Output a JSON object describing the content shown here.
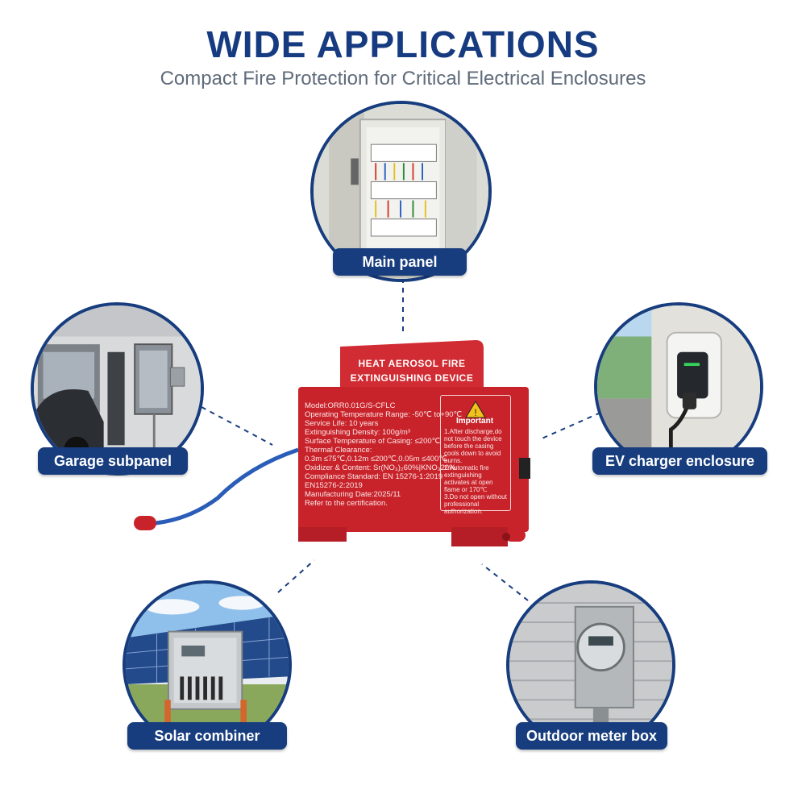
{
  "header": {
    "title": "WIDE APPLICATIONS",
    "subtitle": "Compact Fire Protection for Critical Electrical Enclosures"
  },
  "applications": {
    "main_panel": "Main panel",
    "garage_subpanel": "Garage subpanel",
    "ev_charger": "EV charger enclosure",
    "solar_combiner": "Solar combiner",
    "outdoor_meter": "Outdoor meter box"
  },
  "device": {
    "heading_line1": "HEAT AEROSOL FIRE",
    "heading_line2": "EXTINGUISHING DEVICE",
    "specs": [
      "Model:ORR0.01G/S-CFLC",
      "Operating Temperature Range: -50℃ to+90℃",
      "Service Life: 10 years",
      "Extinguishing Density: 100g/m³",
      "Surface Temperature of Casing: ≤200℃",
      "Thermal Clearance:",
      "0.3m ≤75℃,0.12m ≤200℃,0.05m ≤400℃",
      "Oxidizer & Content: Sr(NO₃)₂60%|KNO₃20%",
      "Compliance Standard: EN 15276-1:2019",
      "EN15276-2:2019",
      "Manufacturing Date:2025/11",
      "Refer to the certification."
    ],
    "important_title": "Important",
    "important_notes": [
      "1.After discharge,do",
      "not touch the device",
      "before the casing",
      "cools down to avoid",
      "burns.",
      "2.Automatic fire",
      "extinguishing",
      "activates at open",
      "flame or 170℃",
      "3.Do not open without",
      "professional",
      "authorization."
    ]
  },
  "colors": {
    "brand_blue": "#173d7e",
    "device_red": "#c8232b",
    "cable_blue": "#2a5db8"
  }
}
